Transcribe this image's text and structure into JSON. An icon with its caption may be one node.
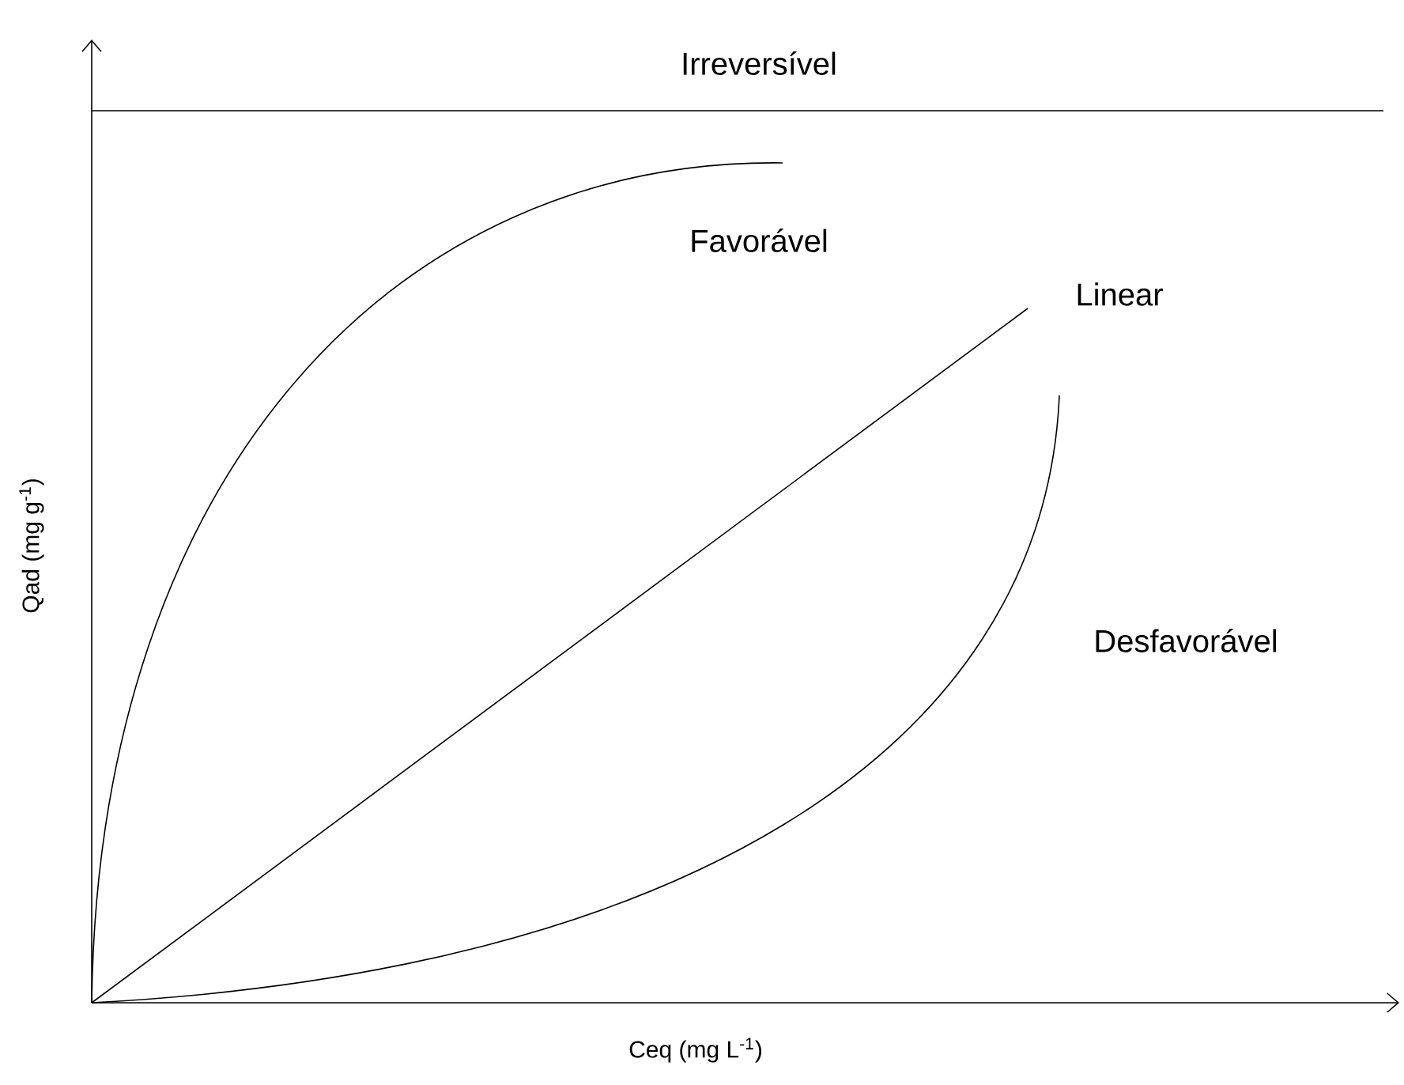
{
  "diagram": {
    "labels": [
      "Irreversível",
      "Favorável",
      "Linear",
      "Desfavorável",
      "Qad (mg g$^{-1}$)",
      "Ceq (mg L$^{-1}$)"
    ]
  }
}
